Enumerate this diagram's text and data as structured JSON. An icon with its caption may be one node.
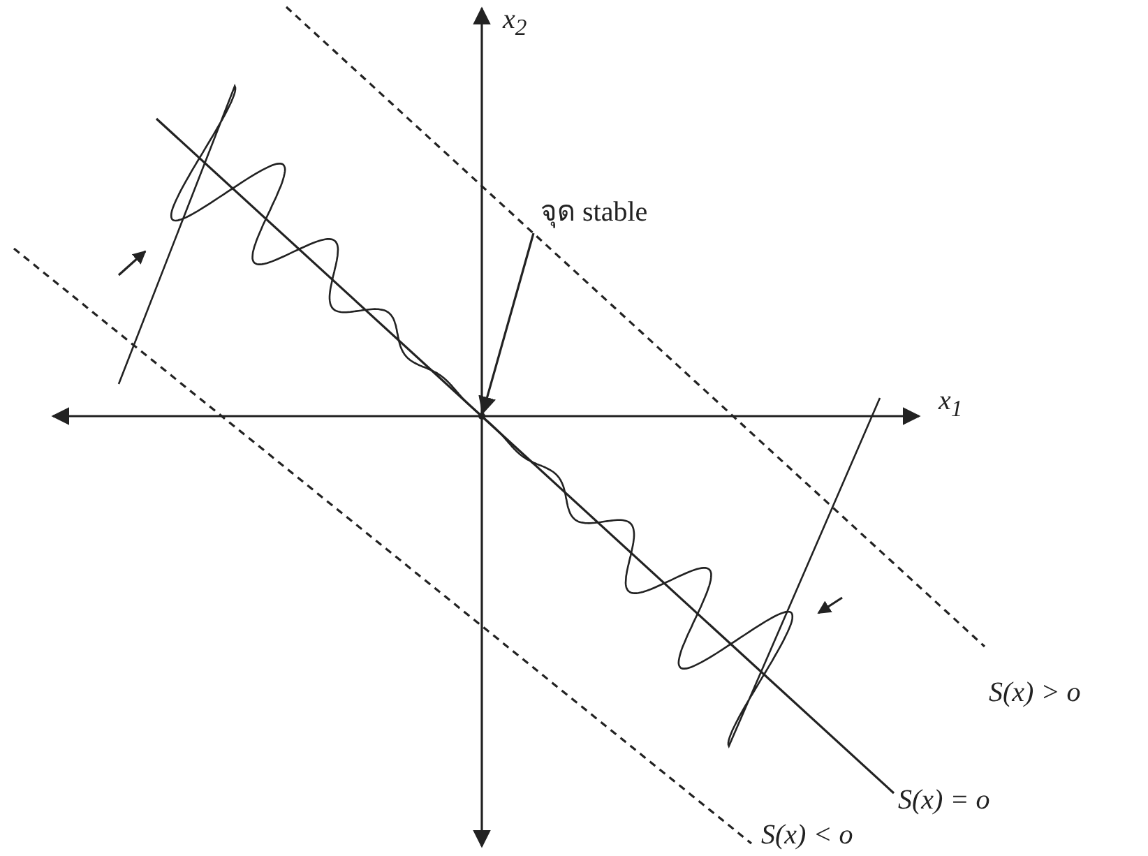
{
  "diagram": {
    "nodes": [
      {
        "text": [
          "จุด stable"
        ]
      },
      {
        "text": [],
        "shape": "point"
      }
    ],
    "edges": [
      {
        "from": 0,
        "to": 1,
        "arrow": "to"
      }
    ],
    "labels": [
      "x$_{2}$",
      "x$_{1}$",
      "S(x) > o",
      "S(x) = o",
      "S(x) < o"
    ]
  }
}
